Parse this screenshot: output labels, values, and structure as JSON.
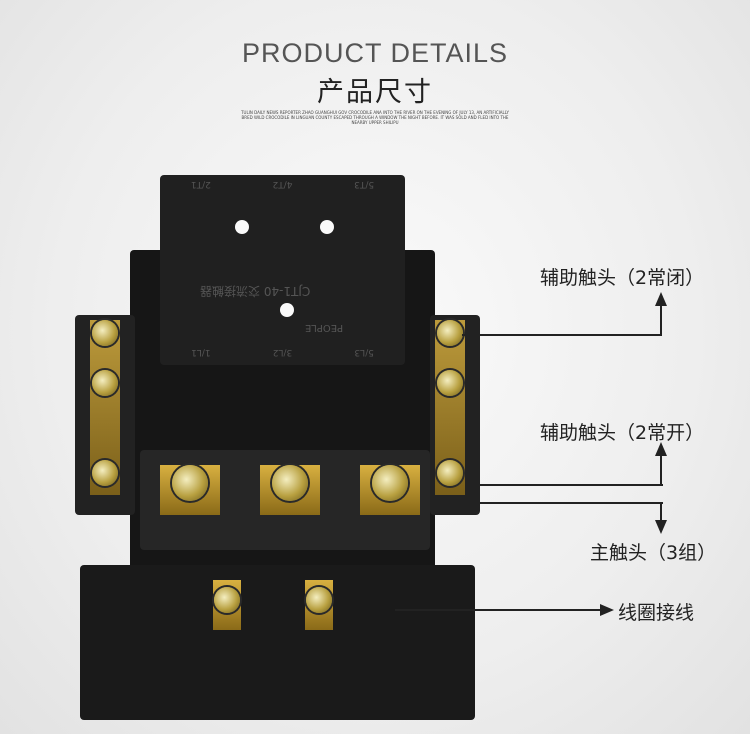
{
  "header": {
    "title_en": "PRODUCT DETAILS",
    "title_cn": "产品尺寸",
    "fine_print": "TULIN DAILY NEWS REPORTER ZHAO GUANGHUI GOV CROCODILE ANA INTO THE RIVER ON THE EVENING OF JULY 13, AN ARTIFICIALLY BRED WILD CROCODILE IN LINGUAN COUNTY ESCAPED THROUGH A WINDOW THE NIGHT BEFORE. IT WAS SOLD AND FLED INTO THE NEARBY UPPER SHILIPU"
  },
  "product": {
    "model": "CJT1-40 交流接触器",
    "brand": "PEOPLE",
    "terminals_top": [
      "5/T3",
      "4/T2",
      "2/T1"
    ],
    "terminals_mid": [
      "5/L3",
      "3/L2",
      "1/L1"
    ]
  },
  "annotations": {
    "aux_nc": "辅助触头（2常闭）",
    "aux_no": "辅助触头（2常开）",
    "main": "主触头（3组）",
    "coil": "线圈接线"
  }
}
